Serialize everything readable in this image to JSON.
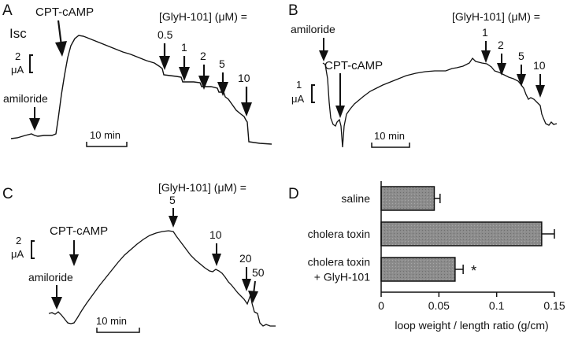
{
  "figure": {
    "panels": [
      {
        "letter": "A",
        "current_label": "Isc",
        "header": "[GlyH-101] (μM) =",
        "scale_current": "2",
        "scale_current_unit": "μA",
        "scale_time": "10 min",
        "events": [
          {
            "key": "amiloride",
            "label": "amiloride"
          },
          {
            "key": "cptcamp",
            "label": "CPT-cAMP"
          },
          {
            "key": "d05",
            "label": "0.5"
          },
          {
            "key": "d1",
            "label": "1"
          },
          {
            "key": "d2",
            "label": "2"
          },
          {
            "key": "d5",
            "label": "5"
          },
          {
            "key": "d10",
            "label": "10"
          }
        ]
      },
      {
        "letter": "B",
        "header": "[GlyH-101] (μM) =",
        "scale_current": "1",
        "scale_current_unit": "μA",
        "scale_time": "10 min",
        "events": [
          {
            "key": "amiloride",
            "label": "amiloride"
          },
          {
            "key": "cptcamp",
            "label": "CPT-cAMP"
          },
          {
            "key": "d1",
            "label": "1"
          },
          {
            "key": "d2",
            "label": "2"
          },
          {
            "key": "d5",
            "label": "5"
          },
          {
            "key": "d10",
            "label": "10"
          }
        ]
      },
      {
        "letter": "C",
        "header": "[GlyH-101] (μM) =",
        "scale_current": "2",
        "scale_current_unit": "μA",
        "scale_time": "10 min",
        "events": [
          {
            "key": "amiloride",
            "label": "amiloride"
          },
          {
            "key": "cptcamp",
            "label": "CPT-cAMP"
          },
          {
            "key": "d5",
            "label": "5"
          },
          {
            "key": "d10",
            "label": "10"
          },
          {
            "key": "d20",
            "label": "20"
          },
          {
            "key": "d50",
            "label": "50"
          }
        ]
      },
      {
        "letter": "D"
      }
    ]
  },
  "chart_data": {
    "type": "bar",
    "orientation": "horizontal",
    "categories": [
      "saline",
      "cholera toxin",
      "cholera toxin\n+ GlyH-101"
    ],
    "category_lines": [
      [
        "saline"
      ],
      [
        "cholera toxin"
      ],
      [
        "cholera toxin",
        "+ GlyH-101"
      ]
    ],
    "values": [
      0.046,
      0.139,
      0.064
    ],
    "errors": [
      0.005,
      0.011,
      0.007
    ],
    "significance": [
      "",
      "",
      "*"
    ],
    "xlabel": "loop weight / length ratio (g/cm)",
    "xlim": [
      0,
      0.15
    ],
    "xticks": [
      0,
      0.05,
      0.1,
      0.15
    ],
    "xtick_labels": [
      "0",
      "0.05",
      "0.1",
      "0.15"
    ],
    "bar_color": "#8c8c8c"
  }
}
